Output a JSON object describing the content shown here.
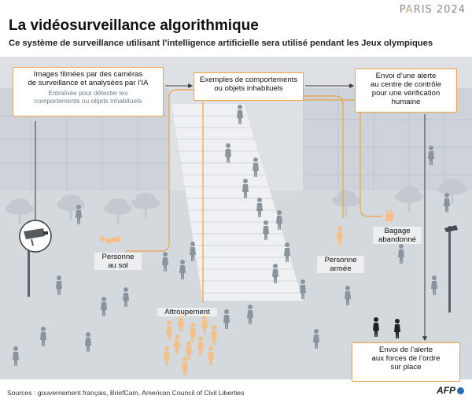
{
  "brand": {
    "prefix": "P",
    "ring": "A",
    "suffix": "RIS 2024"
  },
  "title": "La vidéosurveillance algorithmique",
  "subtitle": "Ce système de surveillance utilisant l’intelligence artificielle sera utilisé pendant les Jeux olympiques",
  "boxes": {
    "images": {
      "line1": "Images filmées par des caméras",
      "line2": "de surveillance et analysées par l’IA",
      "note1": "Entraînée pour détecter les",
      "note2": "comportements ou objets inhabituels"
    },
    "comportements": {
      "line1": "Exemples de comportements",
      "line2": "ou objets inhabituels"
    },
    "alerte_centre": {
      "line1": "Envoi d’une alerte",
      "line2": "au centre de contrôle",
      "line3": "pour une vérification",
      "line4": "humaine"
    },
    "forces": {
      "line1": "Envoi de l’alerte",
      "line2": "aux forces de l’ordre",
      "line3": "sur place"
    }
  },
  "labels": {
    "sol": {
      "line1": "Personne",
      "line2": "au sol"
    },
    "attroupement": "Attroupement",
    "armee": {
      "line1": "Personne",
      "line2": "armée"
    },
    "bagage": {
      "line1": "Bagage",
      "line2": "abandonné"
    }
  },
  "colors": {
    "accent": "#f0a040",
    "scene": "#d6dbe0",
    "building": "#c9cfd6",
    "stairs": "#eef0f2",
    "figure": "#8a949e",
    "highlight": "#f3c08a",
    "police": "#222222",
    "arrow": "#3a3a3a"
  },
  "footer": {
    "sources": "Sources : gouvernement français, BriefCam, American Council of Civil Liberties",
    "credit": "AFP"
  },
  "icons": [
    "camera-icon",
    "person-icon",
    "police-icon",
    "bag-icon",
    "tree-icon",
    "lamp-icon"
  ]
}
